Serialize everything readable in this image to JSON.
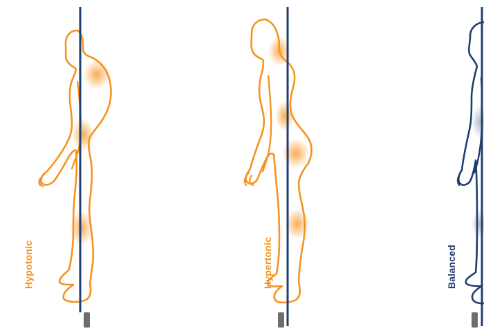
{
  "colors": {
    "orange": "#f7921e",
    "navy": "#1f3e70",
    "plumb": "#1f3e70",
    "marker": "#6d6d6d"
  },
  "figures": [
    {
      "label": "Hypotonic",
      "color": "#f7921e"
    },
    {
      "label": "Hypertonic",
      "color": "#f7921e"
    },
    {
      "label": "Balanced",
      "color": "#1f3e70"
    }
  ]
}
